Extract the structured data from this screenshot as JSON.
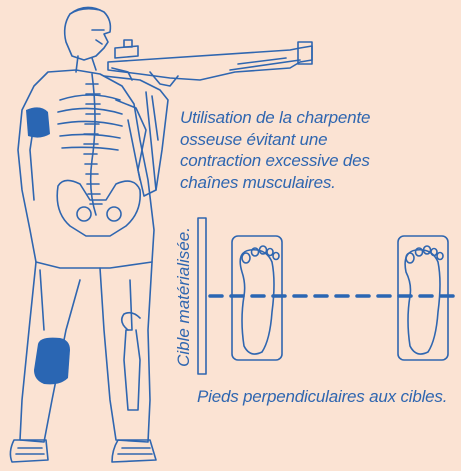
{
  "caption_bone": {
    "lines": [
      "Utilisation de la charpente",
      "osseuse évitant une",
      "contraction excessive des",
      "chaînes musculaires."
    ]
  },
  "caption_feet": "Pieds perpendiculaires aux cibles.",
  "target_label": "Cible matérialisée.",
  "colors": {
    "background": "#fbe3d3",
    "line": "#2f66b0",
    "fill": "#2a66b3"
  }
}
